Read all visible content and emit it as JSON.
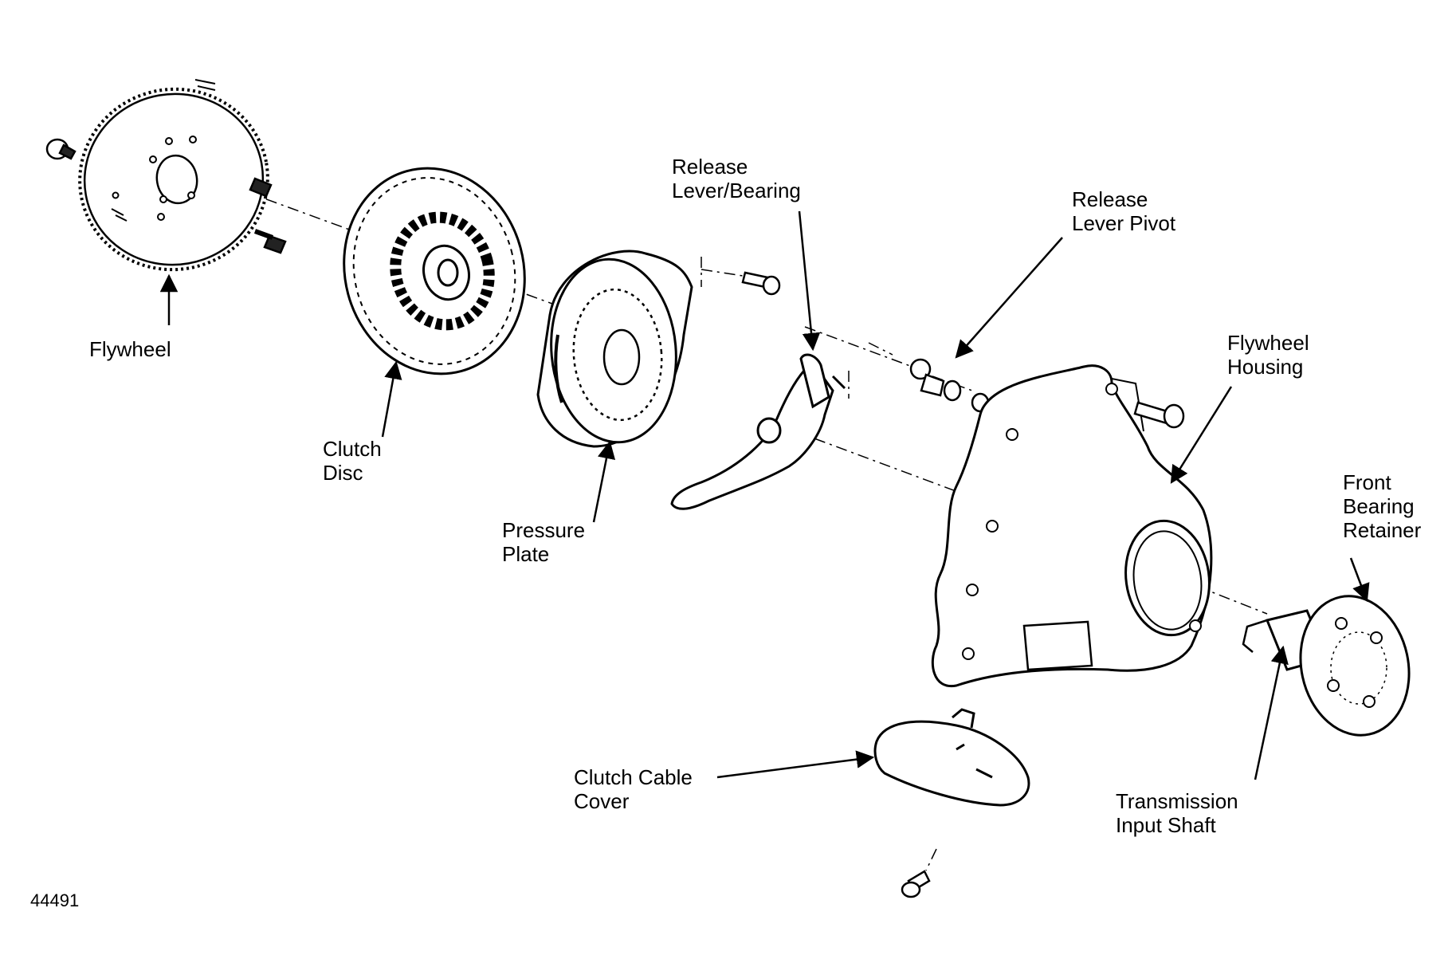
{
  "labels": {
    "flywheel": "Flywheel",
    "clutch_disc": [
      "Clutch",
      "Disc"
    ],
    "pressure_plate": [
      "Pressure",
      "Plate"
    ],
    "release_lever_bearing": [
      "Release",
      "Lever/Bearing"
    ],
    "release_lever_pivot": [
      "Release",
      "Lever Pivot"
    ],
    "flywheel_housing": [
      "Flywheel",
      "Housing"
    ],
    "front_bearing_retainer": [
      "Front",
      "Bearing",
      "Retainer"
    ],
    "transmission_input_shaft": [
      "Transmission",
      "Input Shaft"
    ],
    "clutch_cable_cover": [
      "Clutch Cable",
      "Cover"
    ]
  },
  "figure_number": "44491"
}
